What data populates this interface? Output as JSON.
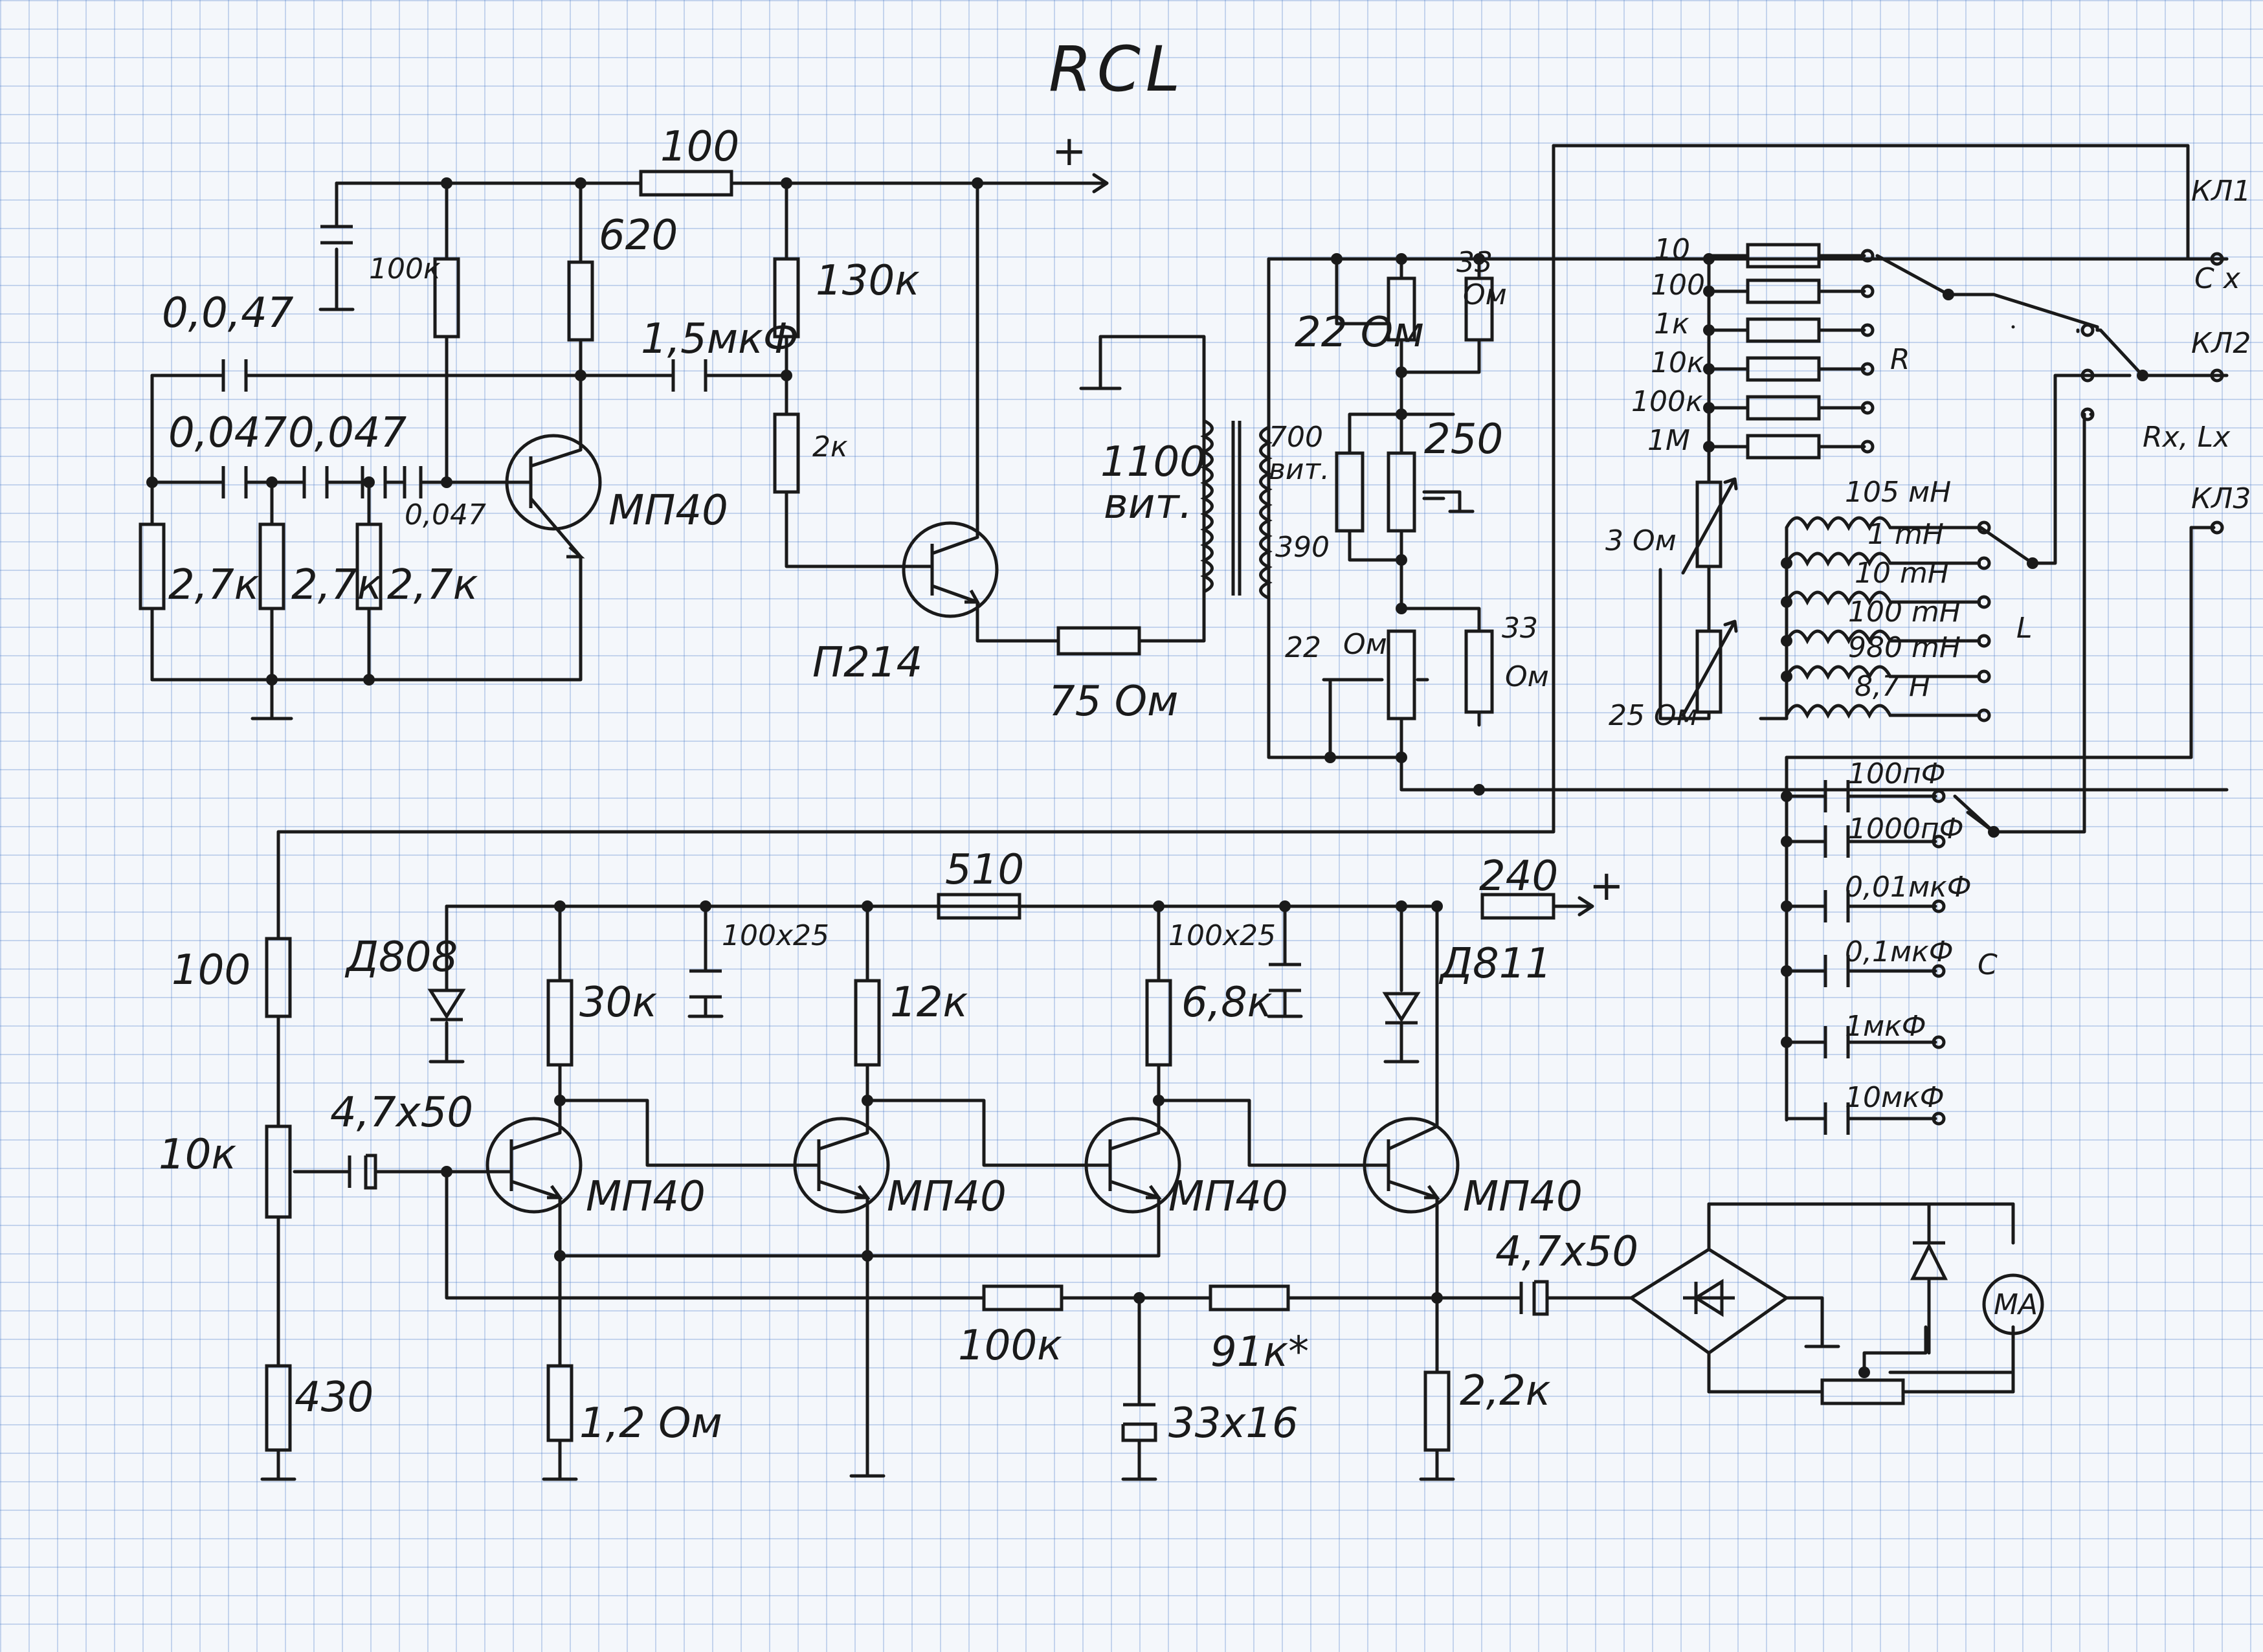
{
  "title": "RCL",
  "labels": {
    "r100_top": "100",
    "plus_top": "+",
    "r100k": "100к",
    "r620": "620",
    "c1_5": "1,5мкФ",
    "r130k": "130к",
    "c0047a": "0,0,47",
    "c0047b": "0,047",
    "c0047c": "0,047",
    "c0047d": "0,047",
    "r2k": "2к",
    "q_mp40_1": "МП40",
    "r27a": "2,7к",
    "r27b": "2,7к",
    "r27c": "2,7к",
    "q_p214": "П214",
    "r75": "75 Ом",
    "t1100": "1100",
    "t1100b": "вит.",
    "t700": "700",
    "t700b": "вит.",
    "t390": "390",
    "r22a": "22 Ом",
    "r33a": "33",
    "r33a_u": "Ом",
    "r250": "250",
    "r22b": "22",
    "r22b_u": "Ом",
    "r33b": "33",
    "r33b_u": "Ом",
    "kl1": "КЛ1",
    "cx": "С х",
    "kl2": "КЛ2",
    "rxlx": "Rх, Lх",
    "kl3": "КЛ3",
    "rs10": "10",
    "rs100": "100",
    "rs1k": "1к",
    "rs10k": "10к",
    "rs100k": "100к",
    "rs1m": "1М",
    "r_group": "R",
    "trim3": "3 Ом",
    "trim25": "25 Ом",
    "l105": "105 мН",
    "l1": "1 mН",
    "l10": "10 mН",
    "l100": "100 mН",
    "l980": "980 mН",
    "l87": "8,7 Н",
    "l_group": "L",
    "c100p": "100пФ",
    "c1000p": "1000пФ",
    "c001": "0,01мкФ",
    "c01": "0,1мкФ",
    "c1": "1мкФ",
    "c10": "10мкФ",
    "c_group": "С",
    "r100_left": "100",
    "r10k": "10к",
    "r430": "430",
    "d808": "Д808",
    "r30k": "30к",
    "c100x25a": "100х25",
    "r510": "510",
    "r12k": "12к",
    "c100x25b": "100х25",
    "r68k": "6,8к",
    "r240": "240",
    "plus_bottom": "+",
    "d811": "Д811",
    "c47x50a": "4,7х50",
    "q_mp40_a": "МП40",
    "q_mp40_b": "МП40",
    "q_mp40_c": "МП40",
    "q_mp40_d": "МП40",
    "c47x50b": "4,7х50",
    "r100k_b": "100к",
    "r91k": "91к*",
    "r12": "1,2 Ом",
    "c33x16": "33х16",
    "r22k": "2,2к",
    "meter": "МА"
  }
}
